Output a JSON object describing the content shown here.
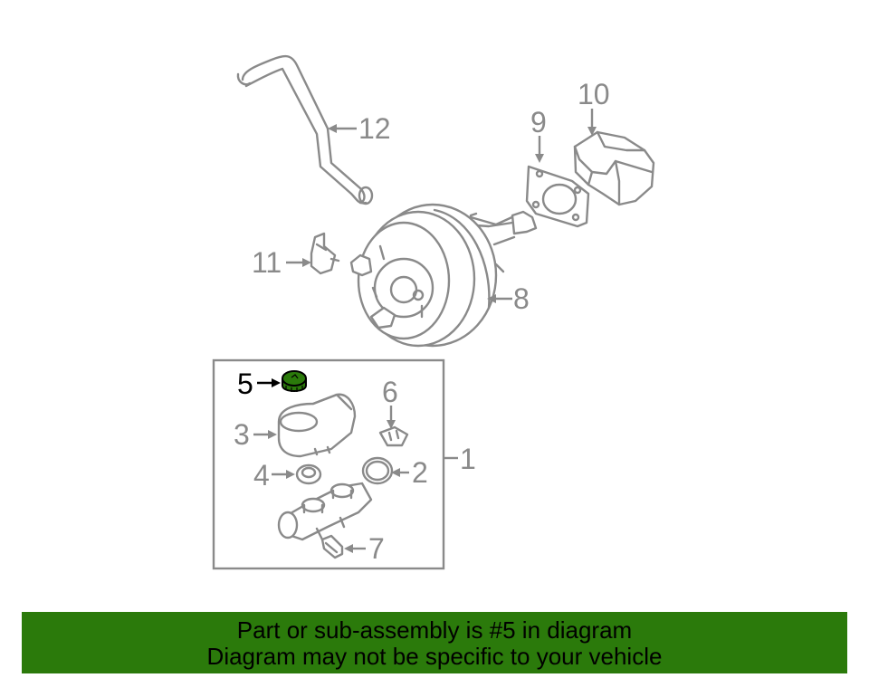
{
  "diagram": {
    "callouts": {
      "c1": "1",
      "c2": "2",
      "c3": "3",
      "c4": "4",
      "c5": "5",
      "c6": "6",
      "c7": "7",
      "c8": "8",
      "c9": "9",
      "c10": "10",
      "c11": "11",
      "c12": "12"
    },
    "highlighted_part": "5",
    "colors": {
      "line": "#8a8a8a",
      "highlight_fill": "#2b7a0b",
      "highlight_label": "#000000"
    }
  },
  "banner": {
    "line1": "Part or sub-assembly is #5 in diagram",
    "line2": "Diagram may not be specific to your vehicle",
    "background": "#2b7a0b"
  }
}
